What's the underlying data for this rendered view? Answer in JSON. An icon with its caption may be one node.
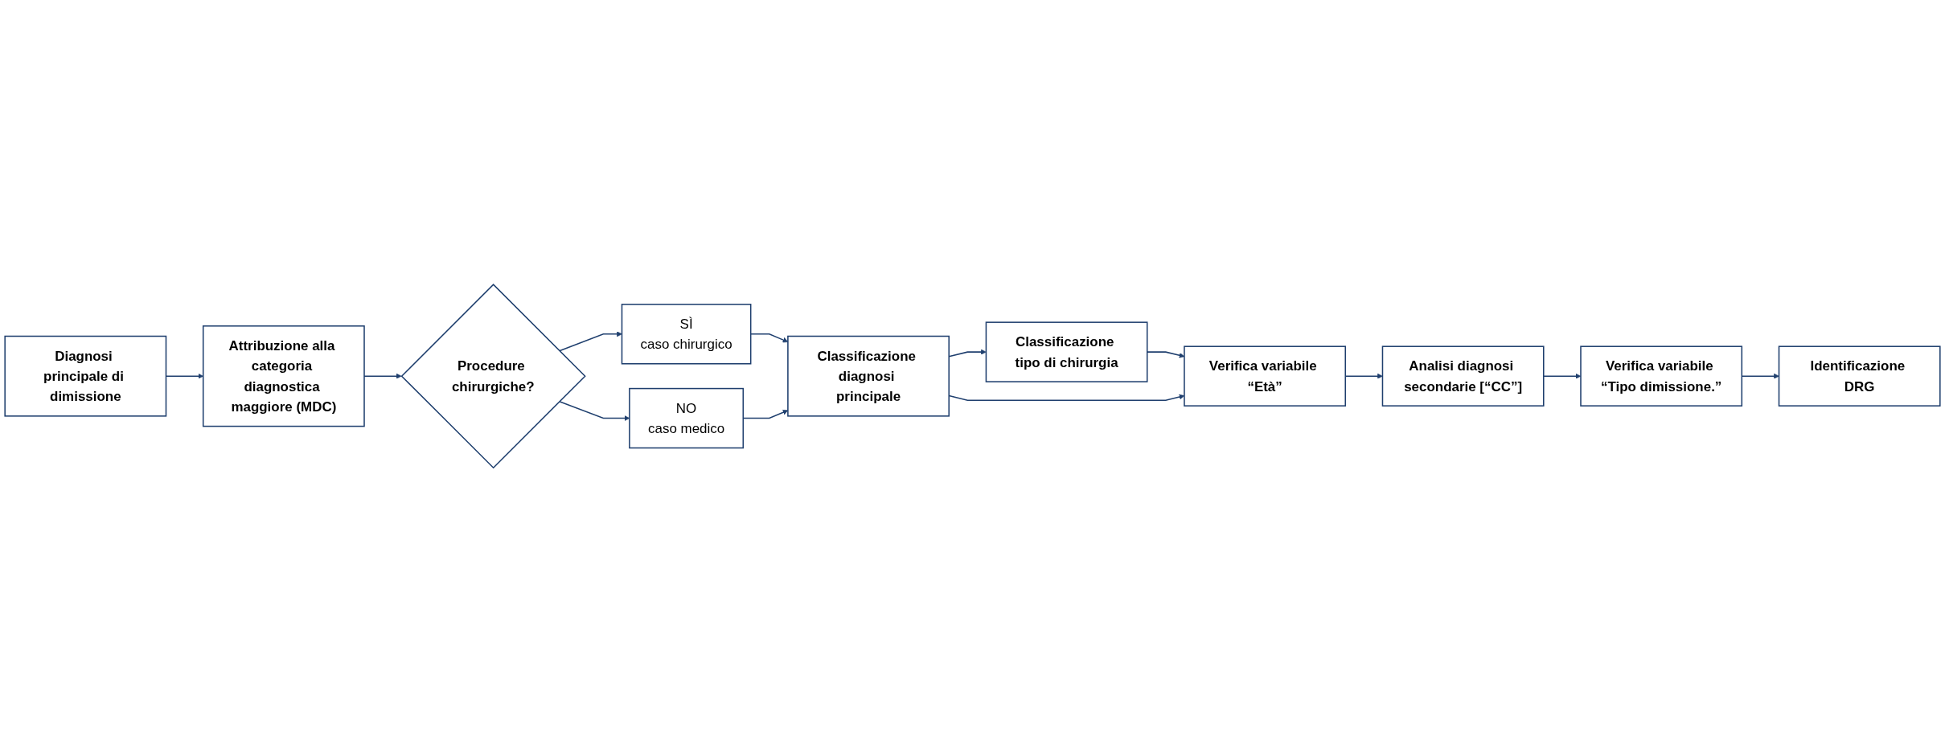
{
  "diagram": {
    "nodes": [
      {
        "text": [
          "Diagnosi principale di dimissione"
        ]
      },
      {
        "text": [
          "Attribuzione alla categoria diagnostica maggiore (MDC)"
        ]
      },
      {
        "text": [
          "Procedure chirurgiche?"
        ]
      },
      {
        "text": [
          "SÌ",
          "caso chirurgico"
        ]
      },
      {
        "text": [
          "NO",
          "caso medico"
        ]
      },
      {
        "text": [
          "Classificazione tipo di chirurgia"
        ]
      },
      {
        "text": [
          "Classificazione diagnosi principale"
        ]
      },
      {
        "text": [
          "Verifica variabile “Età”"
        ]
      },
      {
        "text": [
          "Analisi diagnosi secondarie [“CC”]"
        ]
      },
      {
        "text": [
          "Verifica variabile “Tipo dimissione.”"
        ]
      },
      {
        "text": [
          "Identificazione DRG"
        ]
      }
    ],
    "edges": [
      {
        "from": 0,
        "to": 1,
        "arrow": "to"
      },
      {
        "from": 1,
        "to": 2,
        "arrow": "to"
      },
      {
        "from": 2,
        "to": 3,
        "arrow": "to"
      },
      {
        "from": 2,
        "to": 4,
        "arrow": "to"
      },
      {
        "from": 3,
        "to": 6,
        "arrow": "to"
      },
      {
        "from": 4,
        "to": 6,
        "arrow": "to"
      },
      {
        "from": 6,
        "to": 5,
        "arrow": "to"
      },
      {
        "from": 5,
        "to": 7,
        "arrow": "to"
      },
      {
        "from": 6,
        "to": 7,
        "arrow": "to"
      },
      {
        "from": 7,
        "to": 8,
        "arrow": "to"
      },
      {
        "from": 8,
        "to": 9,
        "arrow": "to"
      },
      {
        "from": 9,
        "to": 10,
        "arrow": "to"
      }
    ]
  }
}
